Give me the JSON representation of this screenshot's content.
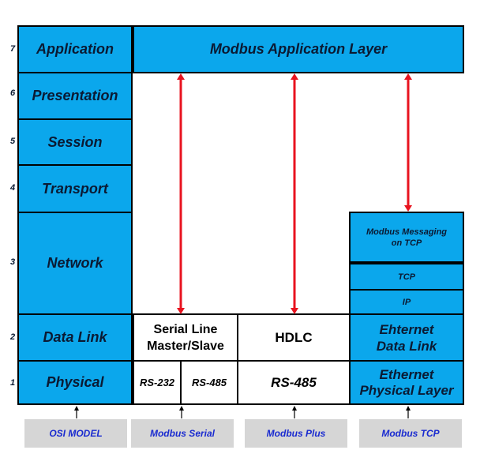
{
  "osi_layers": [
    {
      "num": "7",
      "name": "Application"
    },
    {
      "num": "6",
      "name": "Presentation"
    },
    {
      "num": "5",
      "name": "Session"
    },
    {
      "num": "4",
      "name": "Transport"
    },
    {
      "num": "3",
      "name": "Network"
    },
    {
      "num": "2",
      "name": "Data Link"
    },
    {
      "num": "1",
      "name": "Physical"
    }
  ],
  "modbus_app_layer": "Modbus Application Layer",
  "tcp_stack": {
    "messaging": "Modbus Messaging on TCP",
    "tcp": "TCP",
    "ip": "IP",
    "data_link": "Ehternet Data Link",
    "physical": "Ethernet Physical Layer"
  },
  "serial": {
    "data_link": "Serial Line Master/Slave",
    "rs232": "RS-232",
    "rs485": "RS-485"
  },
  "plus": {
    "data_link": "HDLC",
    "physical": "RS-485"
  },
  "bottom_labels": {
    "osi": "OSI MODEL",
    "serial": "Modbus Serial",
    "plus": "Modbus Plus",
    "tcp": "Modbus TCP"
  },
  "colors": {
    "box_blue": "#0ba7ec",
    "arrow_red": "#e8131f",
    "label_gray": "#d6d6d6",
    "label_text": "#1a2bd0"
  }
}
